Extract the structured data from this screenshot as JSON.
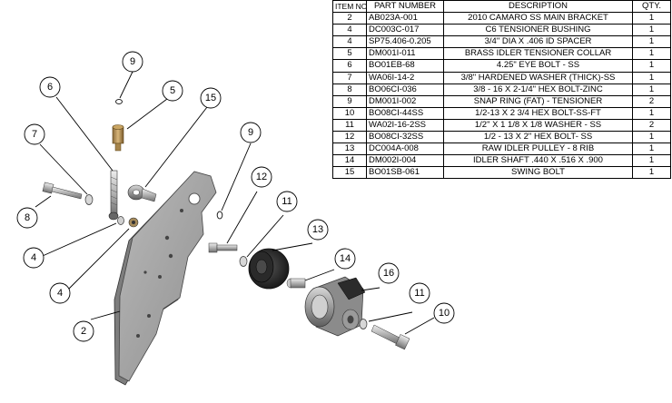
{
  "bom": {
    "headers": {
      "item": "ITEM NO.",
      "part": "PART NUMBER",
      "desc": "DESCRIPTION",
      "qty": "QTY."
    },
    "rows": [
      {
        "item": "2",
        "part": "AB023A-001",
        "desc": "2010 CAMARO SS MAIN BRACKET",
        "qty": "1"
      },
      {
        "item": "4",
        "part": "DC003C-017",
        "desc": "C6 TENSIONER BUSHING",
        "qty": "1"
      },
      {
        "item": "4",
        "part": "SP75.406-0.205",
        "desc": "3/4\" DIA X .406 ID SPACER",
        "qty": "1"
      },
      {
        "item": "5",
        "part": "DM001I-011",
        "desc": "BRASS IDLER TENSIONER COLLAR",
        "qty": "1"
      },
      {
        "item": "6",
        "part": "BO01EB-68",
        "desc": "4.25\" EYE BOLT - SS",
        "qty": "1"
      },
      {
        "item": "7",
        "part": "WA06I-14-2",
        "desc": "3/8\" HARDENED WASHER (THICK)-SS",
        "qty": "1"
      },
      {
        "item": "8",
        "part": "BO06CI-036",
        "desc": "3/8 - 16 X 2-1/4\" HEX BOLT-ZINC",
        "qty": "1"
      },
      {
        "item": "9",
        "part": "DM001I-002",
        "desc": "SNAP RING (FAT) - TENSIONER",
        "qty": "2"
      },
      {
        "item": "10",
        "part": "BO08CI-44SS",
        "desc": "1/2-13 X 2 3/4 HEX BOLT-SS-FT",
        "qty": "1"
      },
      {
        "item": "11",
        "part": "WA02I-16-2SS",
        "desc": "1/2\" X 1  1/8  X  1/8 WASHER - SS",
        "qty": "2"
      },
      {
        "item": "12",
        "part": "BO08CI-32SS",
        "desc": "1/2 - 13 X 2\" HEX BOLT- SS",
        "qty": "1"
      },
      {
        "item": "13",
        "part": "DC004A-008",
        "desc": "RAW IDLER PULLEY - 8 RIB",
        "qty": "1"
      },
      {
        "item": "14",
        "part": "DM002I-004",
        "desc": "IDLER SHAFT .440 X .516 X .900",
        "qty": "1"
      },
      {
        "item": "15",
        "part": "BO01SB-061",
        "desc": "SWING BOLT",
        "qty": "1"
      }
    ]
  },
  "balloons": {
    "b9a": "9",
    "b6": "6",
    "b5": "5",
    "b15": "15",
    "b7": "7",
    "b8": "8",
    "b4a": "4",
    "b4b": "4",
    "b9b": "9",
    "b12": "12",
    "b11a": "11",
    "b13": "13",
    "b14": "14",
    "b16": "16",
    "b11b": "11",
    "b10": "10",
    "b2": "2"
  }
}
